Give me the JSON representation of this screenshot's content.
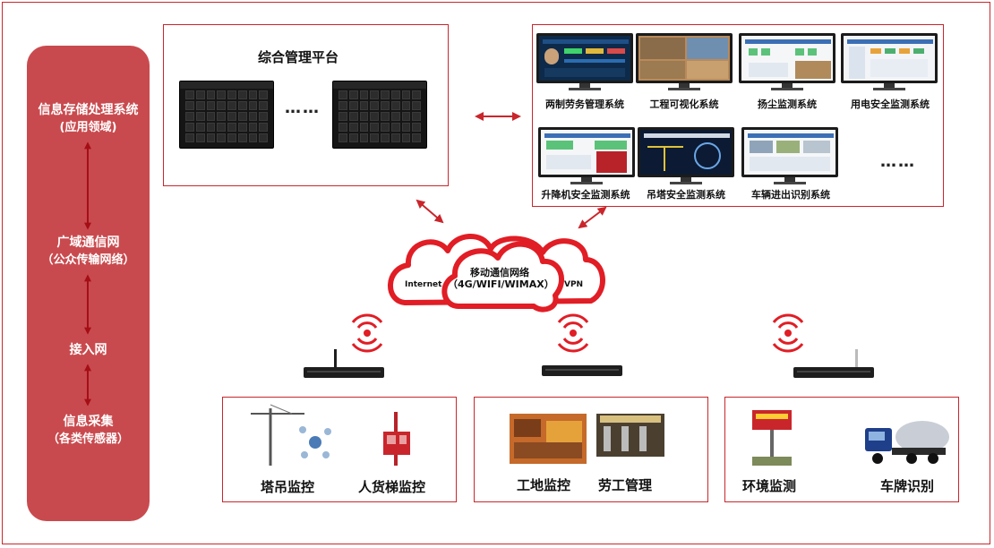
{
  "layers": {
    "storage_title": "信息存储处理系统",
    "storage_sub": "(应用领域)",
    "wan_title": "广域通信网",
    "wan_sub": "（公众传输网络）",
    "access": "接入网",
    "collect_title": "信息采集",
    "collect_sub": "（各类传感器）"
  },
  "platform": {
    "title": "综合管理平台",
    "ellipsis": "……"
  },
  "systems": [
    {
      "label": "两制劳务管理系统",
      "icon": "dashboard-screen"
    },
    {
      "label": "工程可视化系统",
      "icon": "video-wall-screen"
    },
    {
      "label": "扬尘监测系统",
      "icon": "dust-monitor-screen"
    },
    {
      "label": "用电安全监测系统",
      "icon": "power-monitor-screen"
    },
    {
      "label": "升降机安全监测系统",
      "icon": "elevator-monitor-screen"
    },
    {
      "label": "吊塔安全监测系统",
      "icon": "tower-crane-screen"
    },
    {
      "label": "车辆进出识别系统",
      "icon": "vehicle-recognition-screen"
    }
  ],
  "systems_more": "……",
  "cloud": {
    "left": "Internet",
    "center_line1": "移动通信网络",
    "center_line2": "（4G/WIFI/WIMAX）",
    "right": "VPN"
  },
  "sensors": [
    {
      "label": "塔吊监控",
      "icon": "tower-crane-icon"
    },
    {
      "label": "人货梯监控",
      "icon": "construction-hoist-icon"
    },
    {
      "label": "工地监控",
      "icon": "site-camera-icon"
    },
    {
      "label": "劳工管理",
      "icon": "turnstile-gate-icon"
    },
    {
      "label": "环境监测",
      "icon": "environment-station-icon"
    },
    {
      "label": "车牌识别",
      "icon": "concrete-truck-icon"
    }
  ],
  "colors": {
    "accent": "#c9262c",
    "panel": "#c94a4e",
    "arrow": "#c9262c"
  }
}
